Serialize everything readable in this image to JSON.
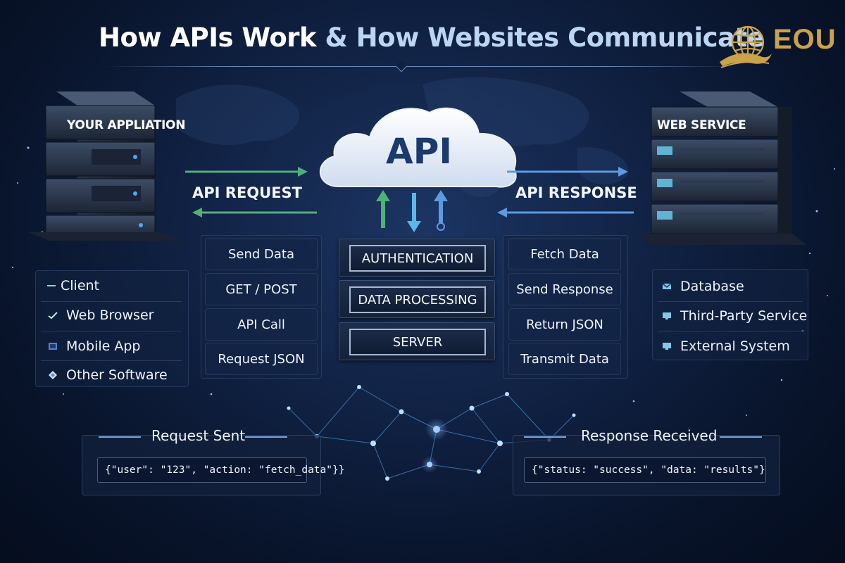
{
  "title": {
    "part1": "How APIs Work",
    "part2": "& How Websites Communicate"
  },
  "logo": {
    "text": "EOU",
    "icon": "globe-icon",
    "color": "#c9a24a"
  },
  "client_server": {
    "label": "YOUR APPLIATION"
  },
  "web_server": {
    "label": "WEB SERVICE"
  },
  "api_cloud": {
    "label": "API"
  },
  "flow": {
    "request_label": "API REQUEST",
    "response_label": "API RESPONSE"
  },
  "request_actions": [
    "Send Data",
    "GET / POST",
    "API Call",
    "Request JSON"
  ],
  "processing_steps": [
    "AUTHENTICATION",
    "DATA PROCESSING",
    "SERVER"
  ],
  "response_actions": [
    "Fetch Data",
    "Send Response",
    "Return JSON",
    "Transmit Data"
  ],
  "client_types": [
    {
      "label": "Client",
      "icon": "dash-icon"
    },
    {
      "label": "Web Browser",
      "icon": "check-icon"
    },
    {
      "label": "Mobile App",
      "icon": "tablet-icon"
    },
    {
      "label": "Other Software",
      "icon": "diamond-icon"
    }
  ],
  "service_types": [
    {
      "label": "Database",
      "icon": "database-icon"
    },
    {
      "label": "Third-Party Service",
      "icon": "screen-icon"
    },
    {
      "label": "External System",
      "icon": "screen-icon"
    }
  ],
  "request_sent": {
    "title": "Request Sent",
    "code": "{\"user\": \"123\", \"action: \"fetch_data\"}}"
  },
  "response_received": {
    "title": "Response Received",
    "code": "{\"status: \"success\", \"data: \"results\"}"
  },
  "colors": {
    "accent_green": "#4fb07a",
    "accent_blue": "#5b9be0",
    "background": "#0f1f3f",
    "gold": "#c9a24a"
  }
}
